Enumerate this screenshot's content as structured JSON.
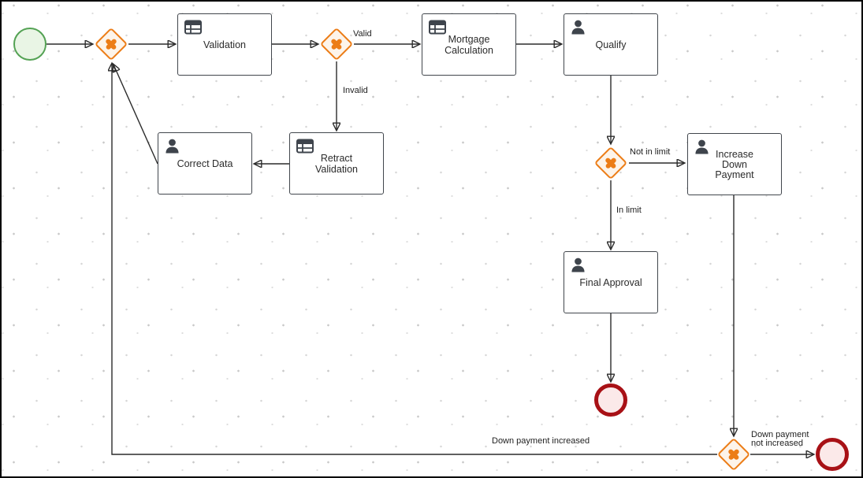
{
  "diagram": {
    "type": "bpmn-process",
    "description": "Mortgage approval process diagram on dotted editor canvas"
  },
  "colors": {
    "task_border": "#41464c",
    "task_fill": "#ffffff",
    "icon": "#3e444c",
    "gateway_border": "#ec7d17",
    "gateway_fill": "#fdf4ea",
    "gateway_symbol": "#ec7d17",
    "start_event_border": "#54a254",
    "start_event_fill": "#e9f5e5",
    "end_event_border": "#a81116",
    "end_event_fill": "#fbe9e9",
    "flow_line": "#2b2b2b",
    "canvas_dot": "#c9c9c9"
  },
  "tasks": {
    "validation": {
      "label": "Validation",
      "type": "business-rule"
    },
    "mortgage_calculation": {
      "label": "Mortgage\nCalculation",
      "type": "business-rule"
    },
    "qualify": {
      "label": "Qualify",
      "type": "user"
    },
    "correct_data": {
      "label": "Correct Data",
      "type": "user"
    },
    "retract_validation": {
      "label": "Retract\nValidation",
      "type": "business-rule"
    },
    "increase_down_payment": {
      "label": "Increase\nDown\nPayment",
      "type": "user"
    },
    "final_approval": {
      "label": "Final Approval",
      "type": "user"
    }
  },
  "gateways": {
    "merge_entry": {
      "type": "exclusive"
    },
    "valid_check": {
      "type": "exclusive"
    },
    "limit_check": {
      "type": "exclusive"
    },
    "down_payment_check": {
      "type": "exclusive"
    }
  },
  "events": {
    "start": {
      "type": "start"
    },
    "end_approved": {
      "type": "end"
    },
    "end_not_increased": {
      "type": "end"
    }
  },
  "flow_labels": {
    "valid": "Valid",
    "invalid": "Invalid",
    "not_in_limit": "Not in limit",
    "in_limit": "In limit",
    "down_payment_increased": "Down payment increased",
    "down_payment_not_increased": "Down payment\nnot increased"
  }
}
